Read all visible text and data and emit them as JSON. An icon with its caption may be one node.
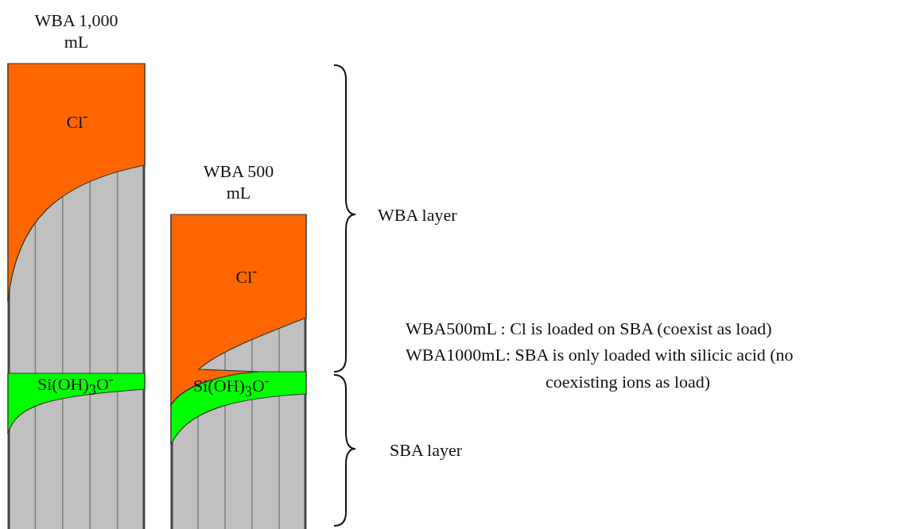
{
  "diagram": {
    "nodes": [
      {
        "text": [
          "WBA 1,000 mL"
        ]
      },
      {
        "text": [
          "Cl$^{-}$"
        ],
        "in": 0
      },
      {
        "text": [
          "Si(OH)$_{3}$O$^{-}$"
        ],
        "in": 0
      },
      {
        "text": [
          "WBA 500 mL"
        ]
      },
      {
        "text": [
          "Cl$^{-}$"
        ],
        "in": 3
      },
      {
        "text": [
          "Si(OH)$_{3}$O$^{-}$"
        ],
        "in": 3
      }
    ],
    "labels": [
      "WBA layer",
      "SBA layer",
      "WBA500mL : Cl is loaded on SBA (coexist as load)",
      "WBA1000mL: SBA is only loaded with silicic acid (no coexisting ions as load)"
    ]
  }
}
